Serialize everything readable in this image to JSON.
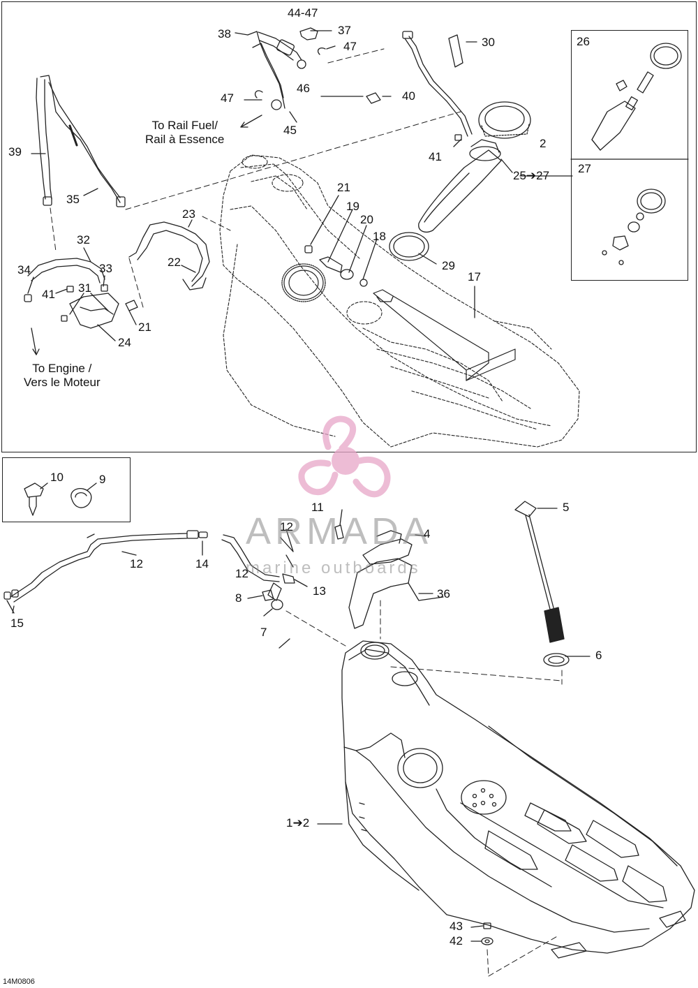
{
  "diagram": {
    "drawing_code": "14M0806",
    "notes": {
      "rail_fuel": [
        "To Rail Fuel/",
        "Rail à Essence"
      ],
      "engine": [
        "To Engine /",
        "Vers le Moteur"
      ]
    },
    "callouts": {
      "c44_47": "44-47",
      "c37": "37",
      "c38": "38",
      "c47a": "47",
      "c46": "46",
      "c47b": "47",
      "c45": "45",
      "c30": "30",
      "c40": "40",
      "c26": "26",
      "c2": "2",
      "c41a": "41",
      "c25_27": "25➔27",
      "c27": "27",
      "c39": "39",
      "c35": "35",
      "c21a": "21",
      "c19": "19",
      "c23": "23",
      "c20": "20",
      "c18": "18",
      "c29": "29",
      "c17": "17",
      "c32": "32",
      "c22": "22",
      "c34": "34",
      "c33": "33",
      "c41b": "41",
      "c31": "31",
      "c21b": "21",
      "c24": "24",
      "c10": "10",
      "c9": "9",
      "c5": "5",
      "c11": "11",
      "c12a": "12",
      "c4": "4",
      "c12b": "12",
      "c14": "14",
      "c12c": "12",
      "c13": "13",
      "c36": "36",
      "c8": "8",
      "c15": "15",
      "c7": "7",
      "c6": "6",
      "c1_2": "1➔2",
      "c43": "43",
      "c42": "42"
    }
  },
  "watermark": {
    "brand": "ARMADA",
    "tagline": "marine outboards",
    "color": "#e7a6c8"
  }
}
